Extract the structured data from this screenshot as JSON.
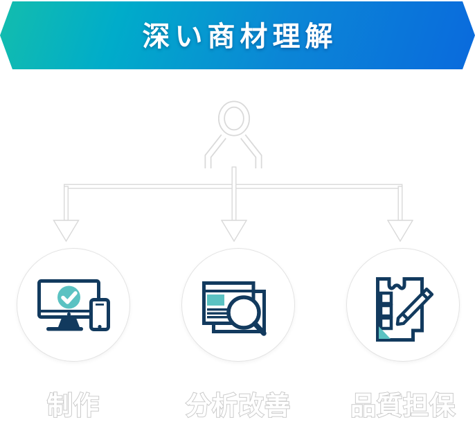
{
  "banner": {
    "title": "深い商材理解",
    "text_color": "#FFFFFF",
    "gradient": [
      "#13BDAD",
      "#00ACCA",
      "#0B86D6",
      "#0A6ADD"
    ]
  },
  "hierarchy": {
    "root_icon": "person-icon",
    "connector_icon": "arrows-down"
  },
  "items": [
    {
      "icon": "devices-check-icon",
      "label": "制作"
    },
    {
      "icon": "analysis-magnifier-icon",
      "label": "分析改善"
    },
    {
      "icon": "checklist-pen-icon",
      "label": "品質担保"
    }
  ],
  "colors": {
    "icon_navy": "#123A5E",
    "icon_teal": "#5BC2C2",
    "shape_white": "#FFFFFF",
    "halo_gray": "#D9D9D9"
  }
}
